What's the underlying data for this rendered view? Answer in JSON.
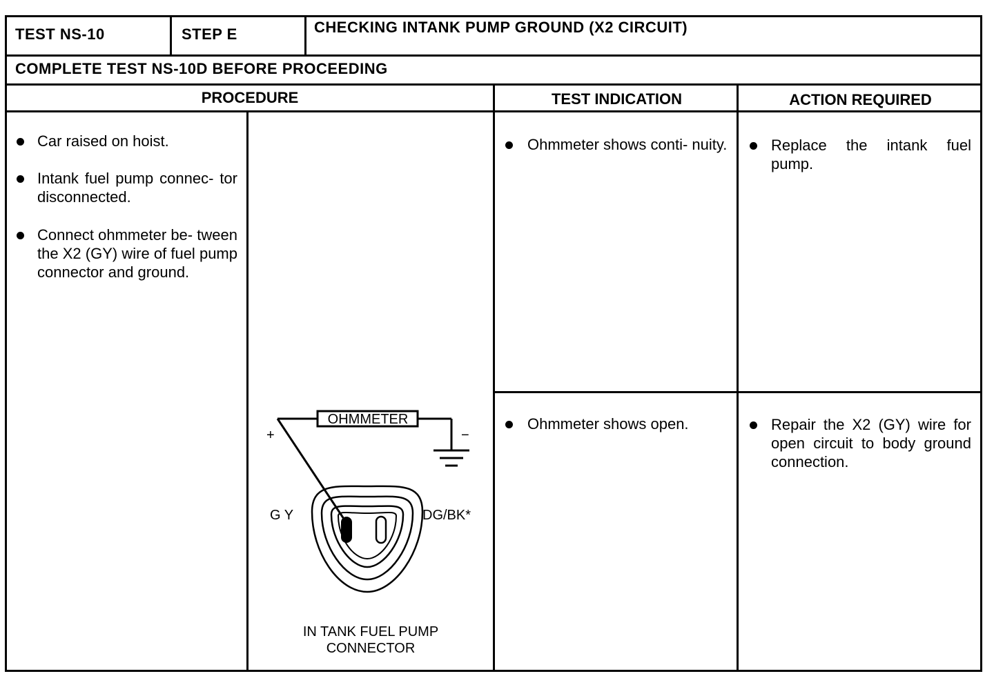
{
  "header": {
    "test_id": "TEST NS-10",
    "step": "STEP E",
    "title": "CHECKING INTANK PUMP GROUND (X2 CIRCUIT)",
    "prerequisite": "COMPLETE TEST NS-10D BEFORE PROCEEDING"
  },
  "columns": {
    "procedure": "PROCEDURE",
    "test_indication": "TEST INDICATION",
    "action_required": "ACTION REQUIRED"
  },
  "procedure": [
    "Car raised on hoist.",
    "Intank fuel pump connec- tor disconnected.",
    "Connect ohmmeter be- tween the X2 (GY) wire of fuel pump connector and ground."
  ],
  "diagram": {
    "meter_label": "OHMMETER",
    "plus": "+",
    "minus": "−",
    "left_wire": "G Y",
    "right_wire": "DG/BK*",
    "caption_line1": "IN TANK FUEL PUMP",
    "caption_line2": "CONNECTOR"
  },
  "rows": [
    {
      "indication": "Ohmmeter shows conti- nuity.",
      "action": "Replace the intank fuel pump."
    },
    {
      "indication": "Ohmmeter shows open.",
      "action": "Repair the X2 (GY) wire for open circuit to body ground connection."
    }
  ]
}
